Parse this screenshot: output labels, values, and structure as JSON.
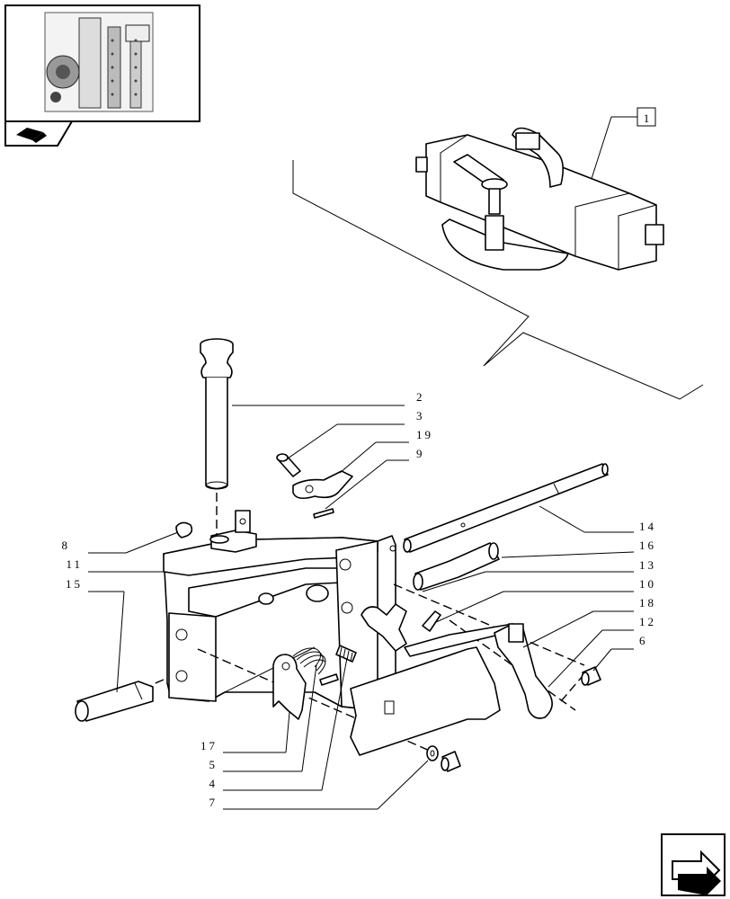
{
  "assembly_ref": "1",
  "callouts": [
    {
      "id": "c2",
      "label": "2"
    },
    {
      "id": "c3",
      "label": "3"
    },
    {
      "id": "c19",
      "label": "19"
    },
    {
      "id": "c9",
      "label": "9"
    },
    {
      "id": "c8",
      "label": "8"
    },
    {
      "id": "c11",
      "label": "11"
    },
    {
      "id": "c15",
      "label": "15"
    },
    {
      "id": "c14",
      "label": "14"
    },
    {
      "id": "c16",
      "label": "16"
    },
    {
      "id": "c13",
      "label": "13"
    },
    {
      "id": "c10",
      "label": "10"
    },
    {
      "id": "c18",
      "label": "18"
    },
    {
      "id": "c12",
      "label": "12"
    },
    {
      "id": "c6",
      "label": "6"
    },
    {
      "id": "c17",
      "label": "17"
    },
    {
      "id": "c5",
      "label": "5"
    },
    {
      "id": "c4",
      "label": "4"
    },
    {
      "id": "c7",
      "label": "7"
    }
  ],
  "icons": {
    "thumbnail": "machine-location-thumbnail",
    "book": "catalog-book-icon",
    "next": "next-page-arrow-icon"
  }
}
